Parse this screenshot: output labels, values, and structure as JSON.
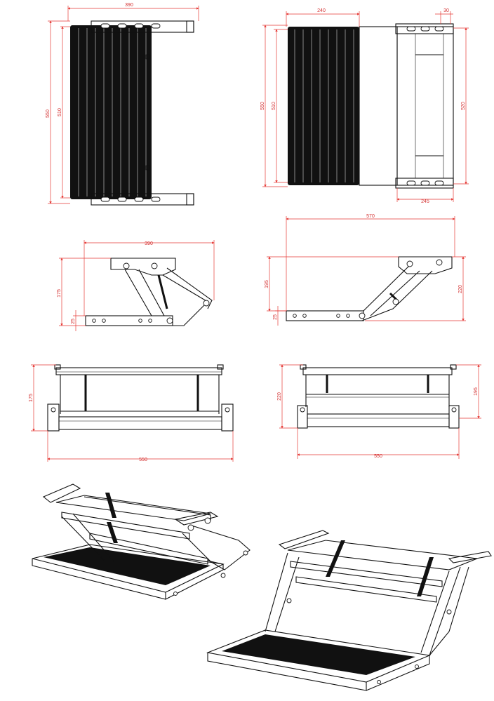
{
  "drawing": {
    "colors": {
      "dimension": "#e53935",
      "line": "#111111",
      "tread": "#111111",
      "background": "#ffffff"
    },
    "views": {
      "top_left": {
        "width_top": "390",
        "height_overall": "550",
        "height_inner": "510"
      },
      "top_right": {
        "width_tread": "240",
        "width_bracket": "30",
        "height_overall": "550",
        "height_inner": "510",
        "height_frame": "520",
        "width_bottom": "245"
      },
      "side_left": {
        "width": "390",
        "height": "175",
        "tread_thickness": "25"
      },
      "side_right": {
        "width": "570",
        "height_left": "195",
        "height_right": "220",
        "tread_thickness": "25"
      },
      "front_left": {
        "height": "175",
        "width": "550"
      },
      "front_right": {
        "height_left": "220",
        "height_right": "195",
        "width": "550"
      }
    }
  }
}
